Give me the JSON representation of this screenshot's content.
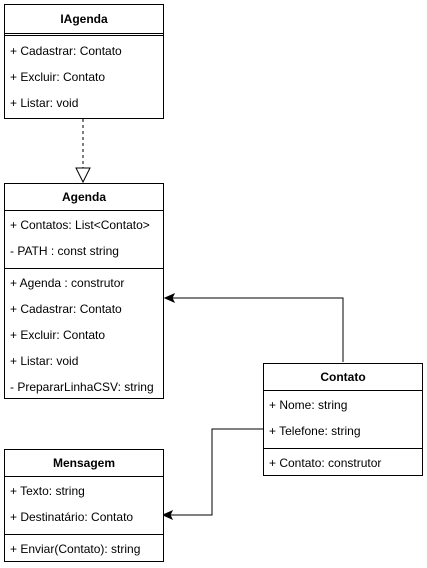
{
  "classes": {
    "iagenda": {
      "name": "IAgenda",
      "methods": [
        "+ Cadastrar: Contato",
        "+ Excluir: Contato",
        "+ Listar: void"
      ]
    },
    "agenda": {
      "name": "Agenda",
      "attributes": [
        "+ Contatos: List<Contato>",
        "- PATH : const string"
      ],
      "methods": [
        "+ Agenda : construtor",
        "+ Cadastrar: Contato",
        "+ Excluir: Contato",
        "+ Listar: void",
        "- PrepararLinhaCSV: string"
      ]
    },
    "contato": {
      "name": "Contato",
      "attributes": [
        "+ Nome: string",
        "+ Telefone: string"
      ],
      "methods": [
        "+ Contato: construtor"
      ]
    },
    "mensagem": {
      "name": "Mensagem",
      "attributes": [
        "+ Texto: string",
        "+ Destinatário: Contato"
      ],
      "methods": [
        "+ Enviar(Contato): string"
      ]
    }
  },
  "relations": [
    {
      "from": "agenda",
      "to": "iagenda",
      "kind": "realization"
    },
    {
      "from": "contato",
      "to": "agenda",
      "kind": "association"
    },
    {
      "from": "contato",
      "to": "mensagem",
      "kind": "association"
    }
  ]
}
